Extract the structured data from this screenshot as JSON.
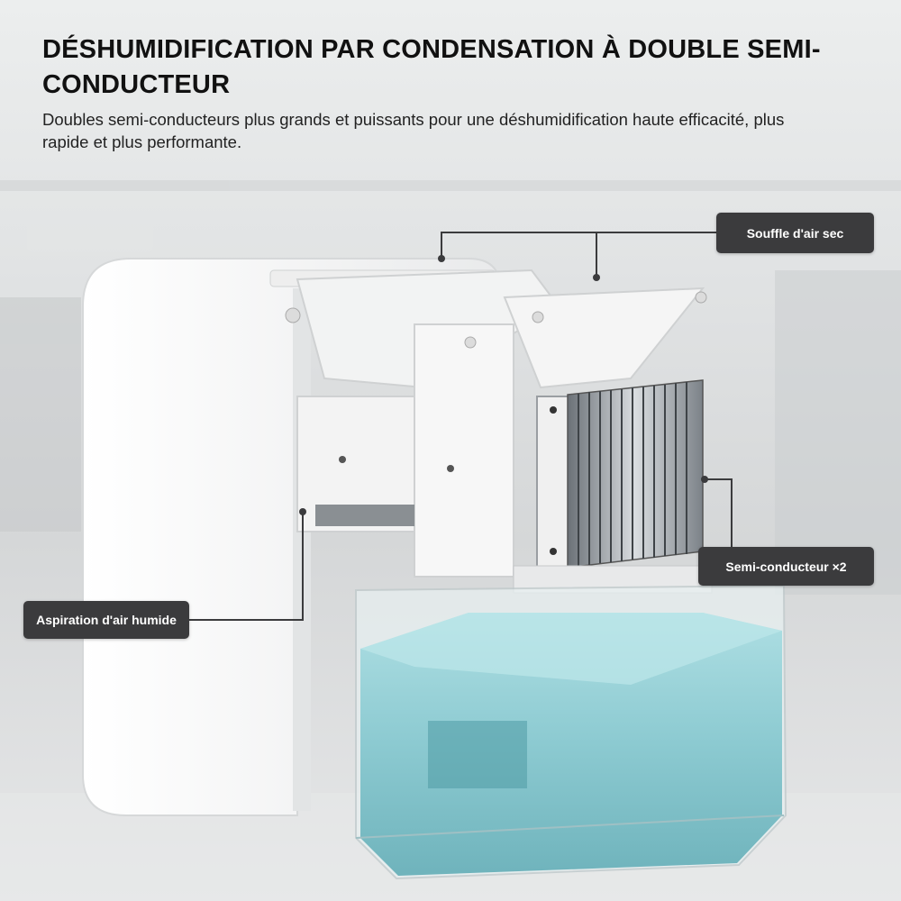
{
  "header": {
    "title": "DÉSHUMIDIFICATION PAR CONDENSATION À DOUBLE SEMI-CONDUCTEUR",
    "subtitle": "Doubles semi-conducteurs plus grands et puissants pour une déshumidification haute efficacité, plus rapide et plus performante."
  },
  "callouts": {
    "dry_air": "Souffle d'air sec",
    "semiconductor": "Semi-conducteur ×2",
    "humid_air": "Aspiration d'air humide"
  },
  "colors": {
    "callout_bg": "#3b3b3d",
    "water_tank": "#7fc7cf",
    "device_body": "#f7f7f7",
    "heatsink": "#9aa0a6"
  }
}
